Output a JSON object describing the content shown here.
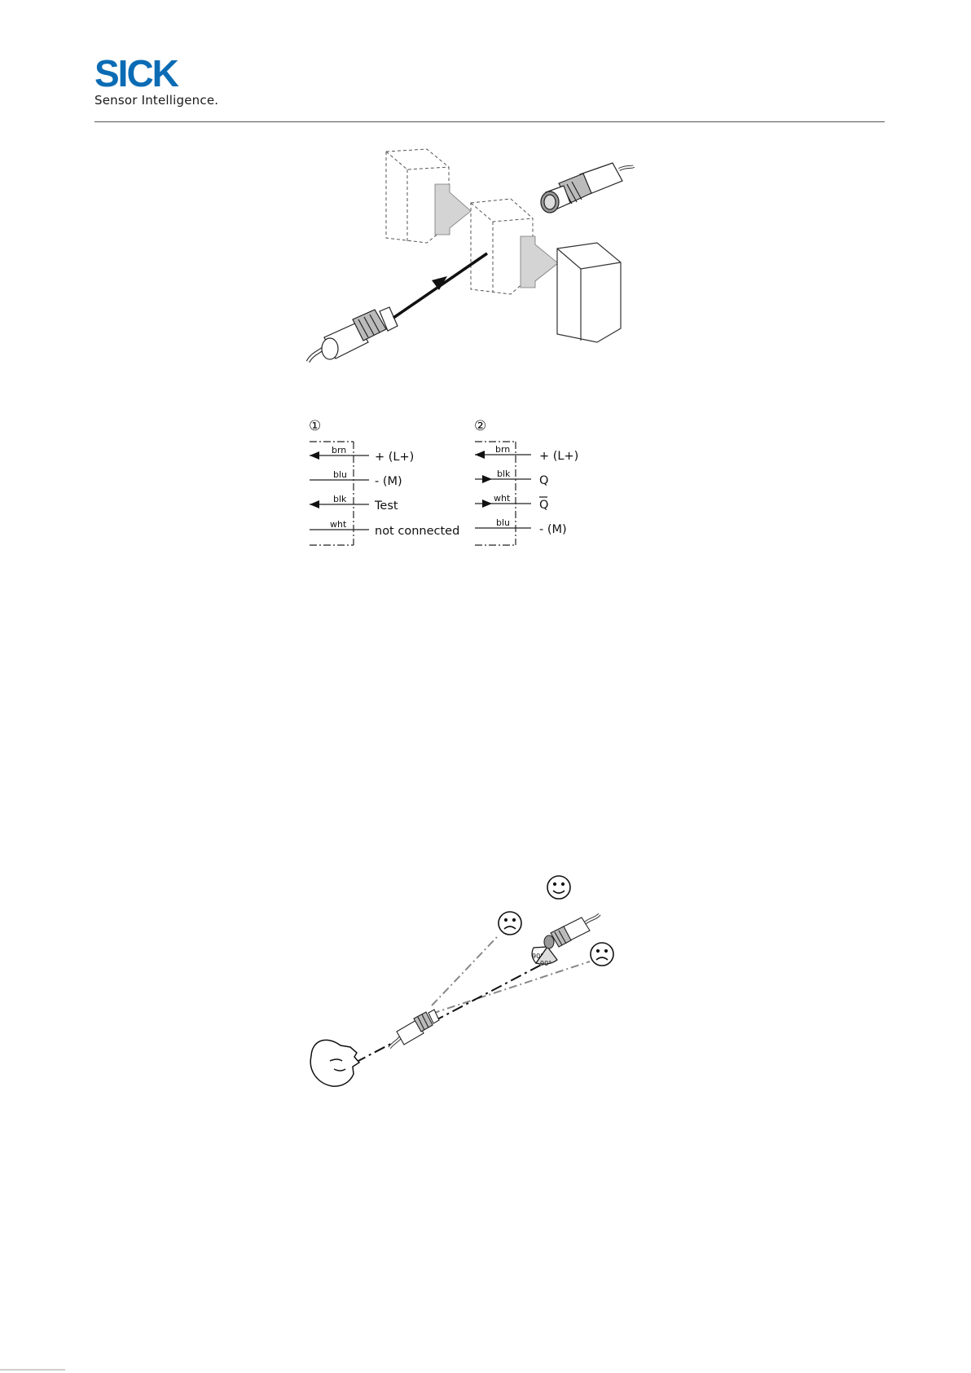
{
  "header": {
    "brand": "SICK",
    "tagline": "Sensor Intelligence.",
    "brand_color": "#0b6cb5"
  },
  "wiring": {
    "sender": {
      "number": "①",
      "rows": [
        {
          "wire": "brn",
          "terminal": "+ (L+)",
          "arrow": "in"
        },
        {
          "wire": "blu",
          "terminal": "- (M)",
          "arrow": "none"
        },
        {
          "wire": "blk",
          "terminal": "Test",
          "arrow": "in"
        },
        {
          "wire": "wht",
          "terminal": "not connected",
          "arrow": "none"
        }
      ]
    },
    "receiver": {
      "number": "②",
      "rows": [
        {
          "wire": "brn",
          "terminal": "+ (L+)",
          "arrow": "in"
        },
        {
          "wire": "blk",
          "terminal": "Q",
          "arrow": "out"
        },
        {
          "wire": "wht",
          "terminal": "Q",
          "arrow": "out",
          "overline": true
        },
        {
          "wire": "blu",
          "terminal": "- (M)",
          "arrow": "none"
        }
      ]
    }
  },
  "alignment": {
    "angle_labels": [
      "90°",
      "90°"
    ]
  },
  "icons": [
    "sick-logo",
    "sender-sensor-icon",
    "receiver-sensor-icon",
    "object-box-icon",
    "happy-face-icon",
    "sad-face-icon",
    "eye-head-icon"
  ]
}
